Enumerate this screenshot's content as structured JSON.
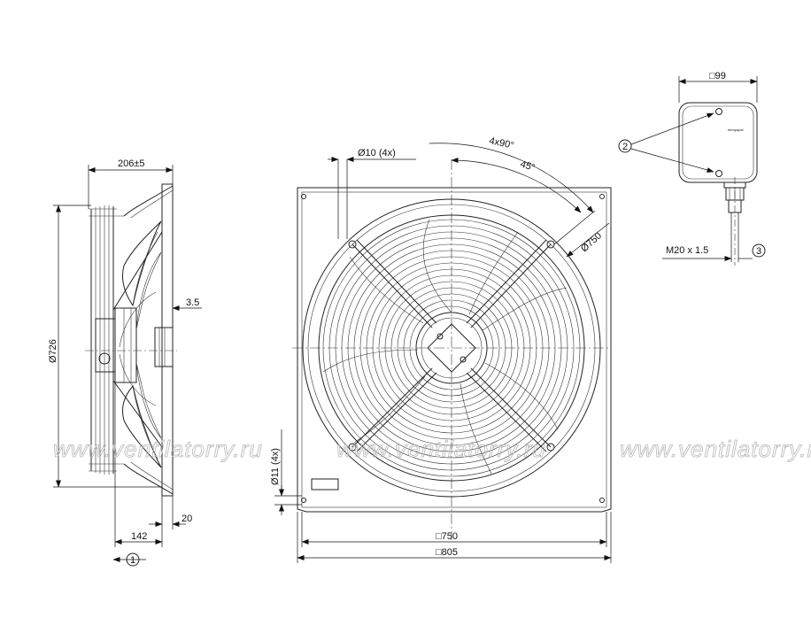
{
  "side_view": {
    "dim_depth": "206±5",
    "dim_offset": "3.5",
    "dim_diameter": "Ø726",
    "dim_bottom_small": "20",
    "dim_bottom": "142",
    "view_marker": "1"
  },
  "front_view": {
    "dim_holes_top": "Ø10 (4x)",
    "dim_angle_90": "4x90°",
    "dim_angle_45": "45°",
    "dim_circle": "Ø750",
    "dim_holes_side": "Ø11 (4x)",
    "dim_square_inner": "□750",
    "dim_square_outer": "□805"
  },
  "terminal_box": {
    "dim_width": "□99",
    "marker_2": "2",
    "marker_3": "3",
    "thread": "M20 x 1.5",
    "brand_text": "ebmpapst"
  },
  "watermark": {
    "text": "www.ventilatorry.ru",
    "color": "#b8b8b8"
  }
}
